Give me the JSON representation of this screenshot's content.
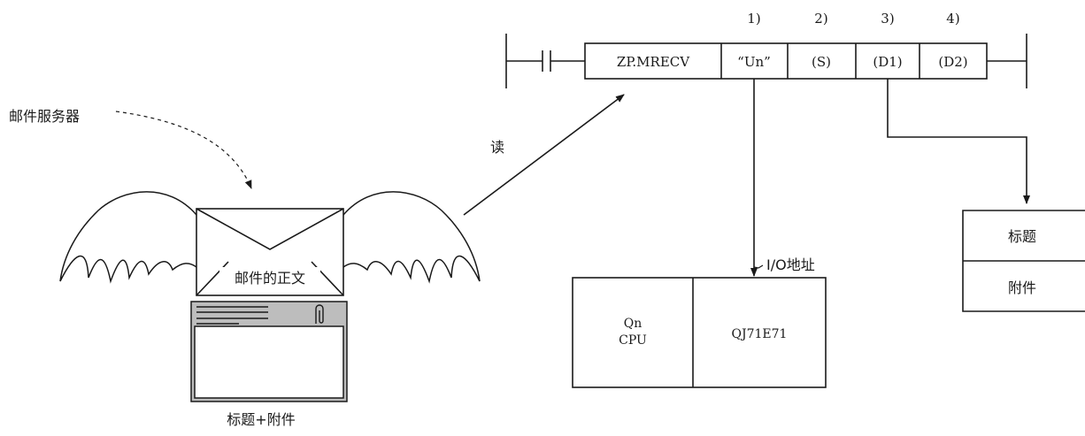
{
  "instruction": {
    "name": "ZP.MRECV",
    "operands": [
      "“Un”",
      "(S)",
      "(D1)",
      "(D2)"
    ],
    "operand_numbers": [
      "1)",
      "2)",
      "3)",
      "4)"
    ]
  },
  "mail_server_label": "邮件服务器",
  "read_label": "读",
  "mail_body_label": "邮件的正文",
  "subject_attachment_caption": "标题+附件",
  "io_address_label": "I/O地址",
  "plc": {
    "cpu_line1": "Qn",
    "cpu_line2": "CPU",
    "module": "QJ71E71"
  },
  "d1_table": [
    "标题",
    "附件"
  ]
}
